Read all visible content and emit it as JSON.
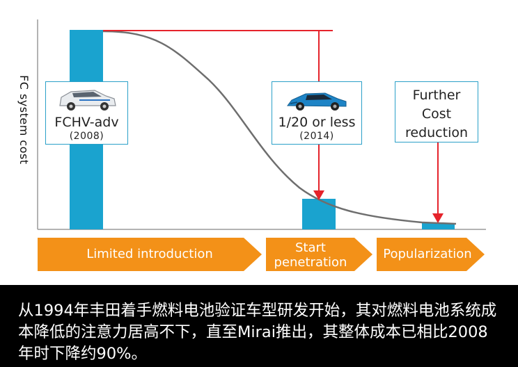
{
  "diagram": {
    "y_axis_label": "FC system cost",
    "callouts": [
      {
        "label": "FCHV-adv",
        "year": "(2008)",
        "icon": "suv-car-icon"
      },
      {
        "label": "1/20 or less",
        "year": "(2014)",
        "icon": "sedan-car-icon"
      },
      {
        "lines": [
          "Further",
          "Cost",
          "reduction"
        ]
      }
    ],
    "stages": [
      {
        "label": "Limited introduction"
      },
      {
        "lines": [
          "Start",
          "penetration"
        ]
      },
      {
        "label": "Popularization"
      }
    ],
    "relative_cost": {
      "fchv_adv_2008": 1,
      "mirai_2014": "1/20 or less"
    },
    "colors": {
      "bar": "#1aa3cf",
      "arrow": "#e5232b",
      "stage": "#f39118",
      "curve": "#6e6e6e",
      "axis": "#9a9a9a"
    }
  },
  "caption": "从1994年丰田着手燃料电池验证车型研发开始，其对燃料电池系统成本降低的注意力居高不下，直至Mirai推出，其整体成本已相比2008年时下降约90%。"
}
